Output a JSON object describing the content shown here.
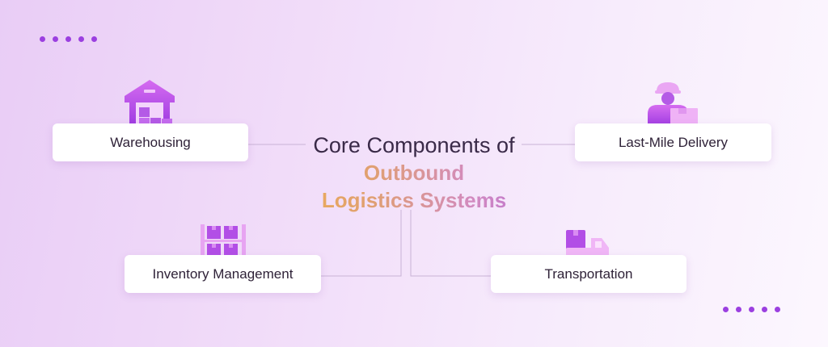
{
  "title": {
    "line1": "Core Components of",
    "line2": "Outbound",
    "line3": "Logistics Systems"
  },
  "components": {
    "warehousing": {
      "label": "Warehousing",
      "icon": "warehouse-icon"
    },
    "last_mile": {
      "label": "Last-Mile Delivery",
      "icon": "delivery-person-icon"
    },
    "inventory": {
      "label": "Inventory Management",
      "icon": "inventory-shelves-icon"
    },
    "transportation": {
      "label": "Transportation",
      "icon": "delivery-truck-icon"
    }
  },
  "colors": {
    "accent_purple": "#9b3fe0",
    "icon_pink": "#e89ef0",
    "title_gradient_start": "#f0b050",
    "title_gradient_end": "#b46ad8"
  }
}
